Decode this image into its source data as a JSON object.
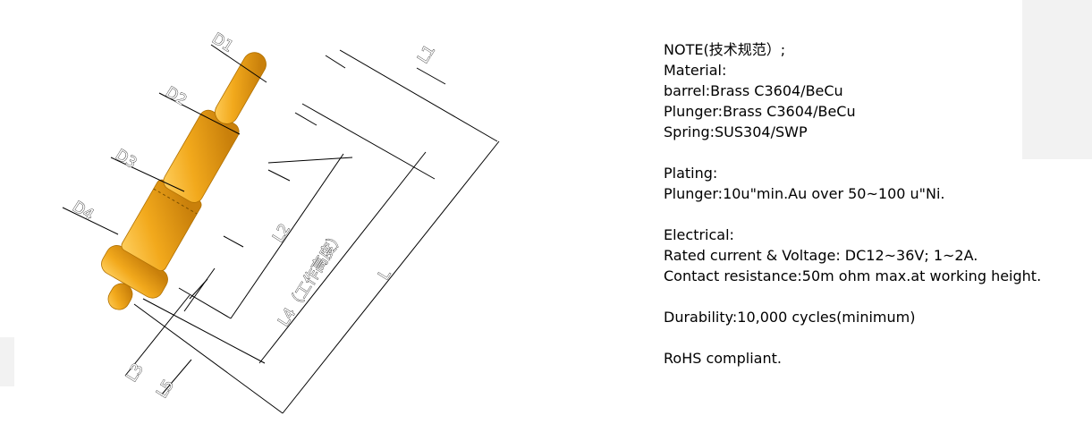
{
  "diagram": {
    "labels": {
      "d1": "D1",
      "d2": "D2",
      "d3": "D3",
      "d4": "D4",
      "l1": "L1",
      "l2": "L2",
      "l3": "L3",
      "l4": "L4（工作高度）",
      "l5": "L5",
      "l": "L"
    },
    "colors": {
      "body": "#f2a91c",
      "body_shade": "#d68a0e",
      "body_light": "#ffd060",
      "line": "#000000"
    }
  },
  "spec": {
    "note": "NOTE(技术规范）;",
    "material_heading": "Material:",
    "barrel": "barrel:Brass C3604/BeCu",
    "plunger": "Plunger:Brass C3604/BeCu",
    "spring": "Spring:SUS304/SWP",
    "plating_heading": "Plating:",
    "plating": "Plunger:10u\"min.Au over 50~100 u\"Ni.",
    "electrical_heading": "Electrical:",
    "rated": "Rated current & Voltage: DC12~36V; 1~2A.",
    "contact": "Contact resistance:50m ohm max.at working height.",
    "durability": "Durability:10,000 cycles(minimum)",
    "rohs": "RoHS compliant."
  }
}
